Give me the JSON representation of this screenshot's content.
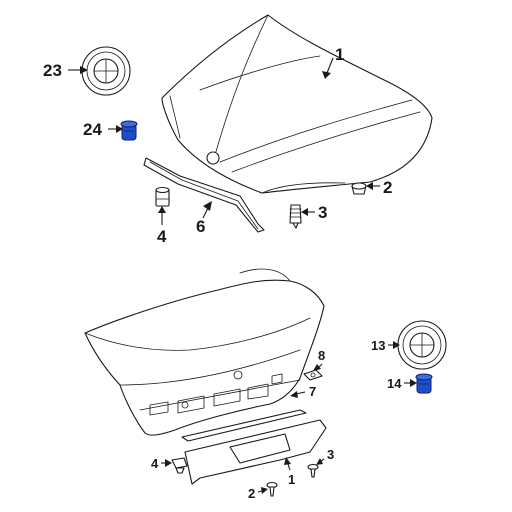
{
  "colors": {
    "line": "#1a1a1a",
    "highlight_part": "#1f4fc8",
    "background": "#ffffff"
  },
  "callouts": {
    "hood": "1",
    "hood_bumper_top": "2",
    "hood_stop_top": "3",
    "hood_bumper_left": "4",
    "hood_seal": "6",
    "hood_emblem": "23",
    "hood_grommet": "24",
    "trunk_lid": "1",
    "trunk_screw": "2",
    "trunk_bolt": "3",
    "trunk_bumper": "4",
    "trunk_molding": "7",
    "trunk_clip": "8",
    "trunk_emblem": "13",
    "trunk_grommet": "14"
  }
}
